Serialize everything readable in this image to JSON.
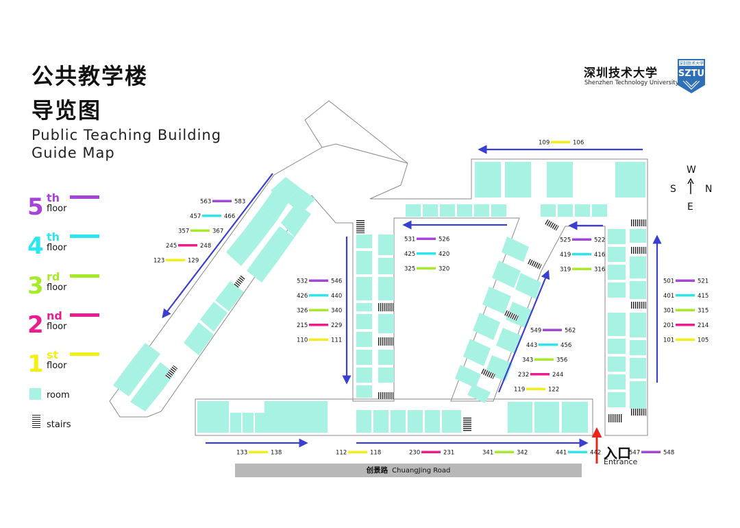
{
  "header": {
    "title_cn_line1": "公共教学楼",
    "title_cn_line2": "导览图",
    "title_en_line1": "Public Teaching Building",
    "title_en_line2": "Guide Map"
  },
  "logo": {
    "name_cn": "深圳技术大学",
    "name_en": "Shenzhen Technology University",
    "badge_text": "SZTU",
    "badge_cn": "深圳技术大学"
  },
  "legend": {
    "floors": [
      {
        "num": "5",
        "sup": "th",
        "word": "floor",
        "color": "#a744d8"
      },
      {
        "num": "4",
        "sup": "th",
        "word": "floor",
        "color": "#29e6ef"
      },
      {
        "num": "3",
        "sup": "rd",
        "word": "floor",
        "color": "#a6ea2a"
      },
      {
        "num": "2",
        "sup": "nd",
        "word": "floor",
        "color": "#ec1b8e"
      },
      {
        "num": "1",
        "sup": "st",
        "word": "floor",
        "color": "#f4ee18"
      }
    ],
    "room_label": "room",
    "stairs_label": "stairs"
  },
  "compass": {
    "top": "W",
    "left": "S",
    "right": "N",
    "bottom": "E"
  },
  "entrance": {
    "cn": "入口",
    "en": "Entrance"
  },
  "road": {
    "cn": "创景路",
    "en": "ChuangJing Road"
  },
  "colors": {
    "room": "#a8f2e4",
    "arrow": "#3b3fd0",
    "entrance_arrow": "#e8261e",
    "outline": "#888888",
    "road": "#b8b8b8"
  },
  "room_ranges": {
    "west_wing": [
      {
        "floor": 5,
        "from": "563",
        "to": "583"
      },
      {
        "floor": 4,
        "from": "457",
        "to": "466"
      },
      {
        "floor": 3,
        "from": "357",
        "to": "367"
      },
      {
        "floor": 2,
        "from": "245",
        "to": "248"
      },
      {
        "floor": 1,
        "from": "123",
        "to": "129"
      }
    ],
    "central_left": [
      {
        "floor": 5,
        "from": "532",
        "to": "546"
      },
      {
        "floor": 4,
        "from": "426",
        "to": "440"
      },
      {
        "floor": 3,
        "from": "326",
        "to": "340"
      },
      {
        "floor": 2,
        "from": "215",
        "to": "229"
      },
      {
        "floor": 1,
        "from": "110",
        "to": "111"
      }
    ],
    "central_top": [
      {
        "floor": 5,
        "from": "531",
        "to": "526"
      },
      {
        "floor": 4,
        "from": "425",
        "to": "420"
      },
      {
        "floor": 3,
        "from": "325",
        "to": "320"
      }
    ],
    "diagonal": [
      {
        "floor": 5,
        "from": "549",
        "to": "562"
      },
      {
        "floor": 4,
        "from": "443",
        "to": "456"
      },
      {
        "floor": 3,
        "from": "343",
        "to": "356"
      },
      {
        "floor": 2,
        "from": "232",
        "to": "244"
      },
      {
        "floor": 1,
        "from": "119",
        "to": "122"
      }
    ],
    "east_top": [
      {
        "floor": 5,
        "from": "525",
        "to": "522"
      },
      {
        "floor": 4,
        "from": "419",
        "to": "416"
      },
      {
        "floor": 3,
        "from": "319",
        "to": "316"
      }
    ],
    "east_right": [
      {
        "floor": 5,
        "from": "501",
        "to": "521"
      },
      {
        "floor": 4,
        "from": "401",
        "to": "415"
      },
      {
        "floor": 3,
        "from": "301",
        "to": "315"
      },
      {
        "floor": 2,
        "from": "201",
        "to": "214"
      },
      {
        "floor": 1,
        "from": "101",
        "to": "105"
      }
    ],
    "north_top": [
      {
        "floor": 1,
        "from": "109",
        "to": "106"
      }
    ],
    "south_left": [
      {
        "floor": 1,
        "from": "133",
        "to": "138"
      }
    ],
    "south_main": [
      {
        "floor": 1,
        "from": "112",
        "to": "118"
      },
      {
        "floor": 2,
        "from": "230",
        "to": "231"
      },
      {
        "floor": 3,
        "from": "341",
        "to": "342"
      },
      {
        "floor": 4,
        "from": "441",
        "to": "442"
      },
      {
        "floor": 5,
        "from": "547",
        "to": "548"
      }
    ]
  }
}
